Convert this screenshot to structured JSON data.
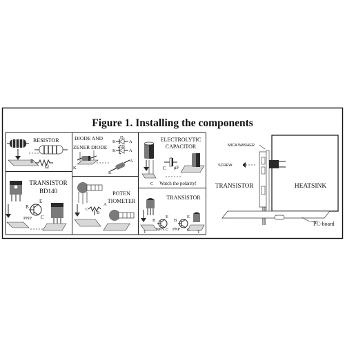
{
  "figure": {
    "title": "Figure 1. Installing the components",
    "panels": {
      "resistor": {
        "label": "RESISTOR",
        "symbol_letter": "R",
        "unit": "Ω"
      },
      "diode": {
        "label_line1": "DIODE AND",
        "label_line2": "ZENER DIODE",
        "k_top": "K",
        "d_top": "D",
        "a_top": "A",
        "k_mid": "K",
        "zd": "ZD",
        "a_mid": "A",
        "k_left": "K",
        "k_low": "K",
        "a_low": "A"
      },
      "capacitor": {
        "label_line1": "ELECTROLYTIC",
        "label_line2": "CAPACITOR",
        "plus": "+",
        "c_label": "C",
        "value_text": "μF",
        "watch": "Watch the polarity!",
        "c_bottom": "C"
      },
      "transistor_bd140": {
        "label_line1": "TRANSISTOR",
        "label_line2": "BD140",
        "b": "B",
        "e": "E",
        "c": "C",
        "pnp": "PNP"
      },
      "potentiometer": {
        "label_line1": "POTEN",
        "label_line2": "TIOMETER",
        "a": "A",
        "b": "B",
        "c": "C"
      },
      "transistor_small": {
        "label": "TRANSISTOR",
        "npn": "NPN",
        "pnp": "PNP",
        "b1": "B",
        "e1": "E",
        "c1": "C",
        "b2": "B",
        "e2": "E",
        "c2": "C",
        "t_left": "T",
        "t_right": "T"
      },
      "heatsink": {
        "mica": "MICA WASHER",
        "screw": "SCREW",
        "transistor": "TRANSISTOR",
        "heatsink": "HEATSINK",
        "pcboard": "PC-board"
      }
    }
  }
}
